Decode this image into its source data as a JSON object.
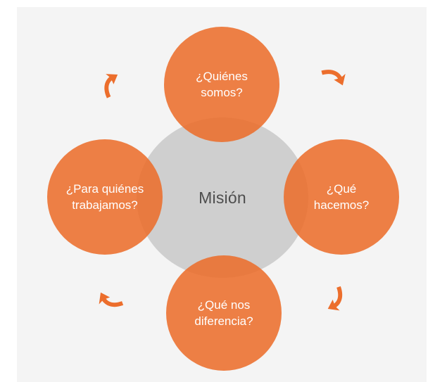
{
  "diagram": {
    "center": {
      "label": "Misión"
    },
    "nodes": [
      {
        "id": "top",
        "label": "¿Quiénes\nsomos?"
      },
      {
        "id": "right",
        "label": "¿Qué\nhacemos?"
      },
      {
        "id": "bottom",
        "label": "¿Qué nos\ndiferencia?"
      },
      {
        "id": "left",
        "label": "¿Para quiénes\ntrabajamos?"
      }
    ],
    "arrow_icon": "curved-arrow-icon",
    "colors": {
      "node_fill": "#ec6e2c",
      "arrow": "#ec6e2c",
      "center_fill": "#cfcfcf",
      "center_text": "#4e4e4e",
      "background": "#f4f4f4"
    }
  }
}
